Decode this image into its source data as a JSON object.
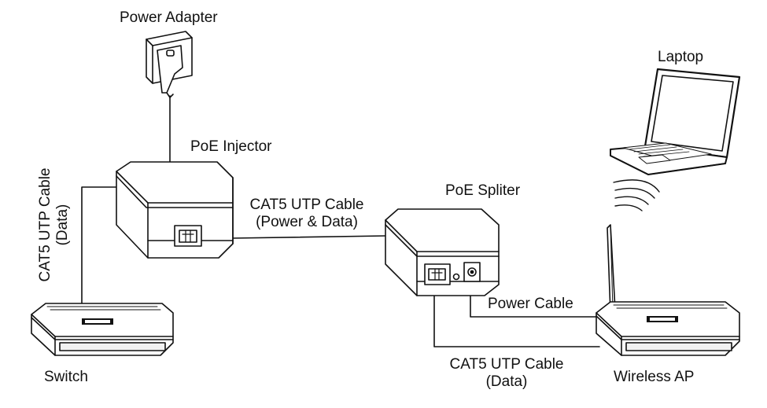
{
  "labels": {
    "power_adapter": "Power Adapter",
    "poe_injector": "PoE Injector",
    "poe_splitter": "PoE Spliter",
    "laptop": "Laptop",
    "switch": "Switch",
    "wireless_ap": "Wireless AP",
    "cable_power_data_line1": "CAT5 UTP Cable",
    "cable_power_data_line2": "(Power & Data)",
    "cable_data_left_line1": "CAT5 UTP Cable",
    "cable_data_left_line2": "(Data)",
    "cable_power": "Power Cable",
    "cable_data_bottom_line1": "CAT5 UTP Cable",
    "cable_data_bottom_line2": "(Data)"
  },
  "colors": {
    "stroke": "#111111",
    "fill": "#ffffff",
    "shade": "#e6e6e6"
  }
}
